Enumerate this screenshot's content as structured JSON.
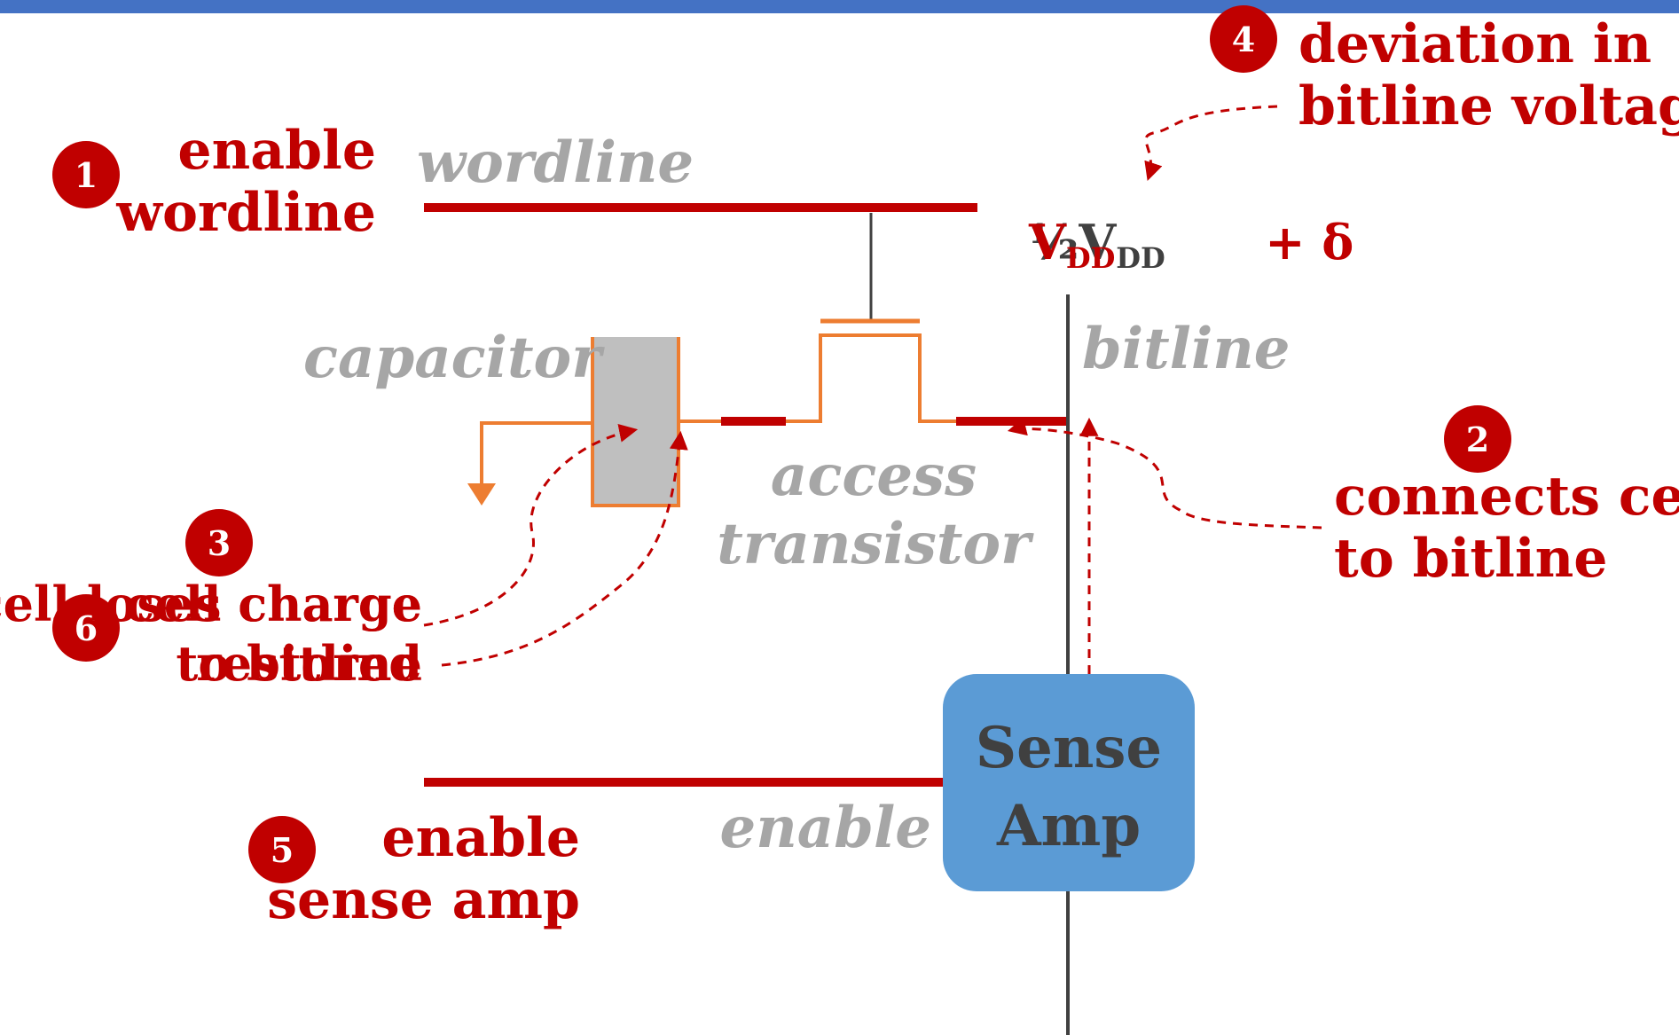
{
  "colors": {
    "accent_red": "#c00000",
    "label_gray": "#a6a6a6",
    "orange": "#ed7d31",
    "top_bar": "#4472c4",
    "sense_amp_fill": "#5b9bd5",
    "dark_text": "#404040",
    "capacitor_fill": "#bfbfbf"
  },
  "labels": {
    "wordline": "wordline",
    "capacitor": "capacitor",
    "bitline": "bitline",
    "access": "access",
    "transistor": "transistor",
    "enable": "enable",
    "sense_amp_line1": "Sense",
    "sense_amp_line2": "Amp"
  },
  "voltage": {
    "half": "½",
    "v": "V",
    "dd": "DD",
    "plus_delta": " + δ"
  },
  "steps": [
    {
      "number": "1",
      "lines": [
        "enable",
        "wordline"
      ]
    },
    {
      "number": "2",
      "lines": [
        "connects cell",
        "to bitline"
      ]
    },
    {
      "number": "3",
      "lines": [
        "cell loses charge",
        "to bitline"
      ]
    },
    {
      "number": "4",
      "lines": [
        "deviation in",
        "bitline voltage"
      ]
    },
    {
      "number": "5",
      "lines": [
        "enable",
        "sense amp"
      ]
    },
    {
      "number": "6",
      "lines": [
        "cell charge",
        "restored"
      ]
    }
  ],
  "icons": {
    "ground": "ground-arrow-icon"
  }
}
